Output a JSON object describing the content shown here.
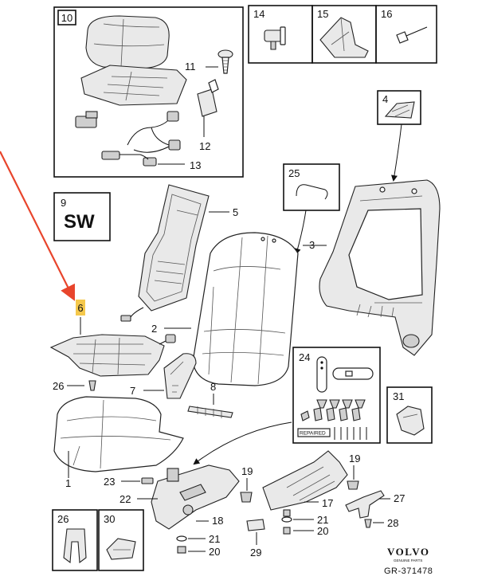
{
  "labels": {
    "p1": "1",
    "p2": "2",
    "p3": "3",
    "p4": "4",
    "p5": "5",
    "p6": "6",
    "p7": "7",
    "p8": "8",
    "p9": "9",
    "p10": "10",
    "p11": "11",
    "p12": "12",
    "p13": "13",
    "p14": "14",
    "p15": "15",
    "p16": "16",
    "p17": "17",
    "p18": "18",
    "p19a": "19",
    "p19b": "19",
    "p20a": "20",
    "p20b": "20",
    "p21a": "21",
    "p21b": "21",
    "p22": "22",
    "p23": "23",
    "p24": "24",
    "p25": "25",
    "p26a": "26",
    "p26b": "26",
    "p27": "27",
    "p28": "28",
    "p29": "29",
    "p30": "30",
    "p31": "31"
  },
  "sw_code": "SW",
  "repaired_tag": "REPAIRED",
  "brand": {
    "name": "VOLVO",
    "tagline": "GENUINE PARTS"
  },
  "drawing_ref": "GR-371478",
  "colors": {
    "highlight": "#f5c84c",
    "annotation_arrow": "#e8452c",
    "line": "#111111"
  },
  "icons": [
    "annotation-arrow"
  ]
}
